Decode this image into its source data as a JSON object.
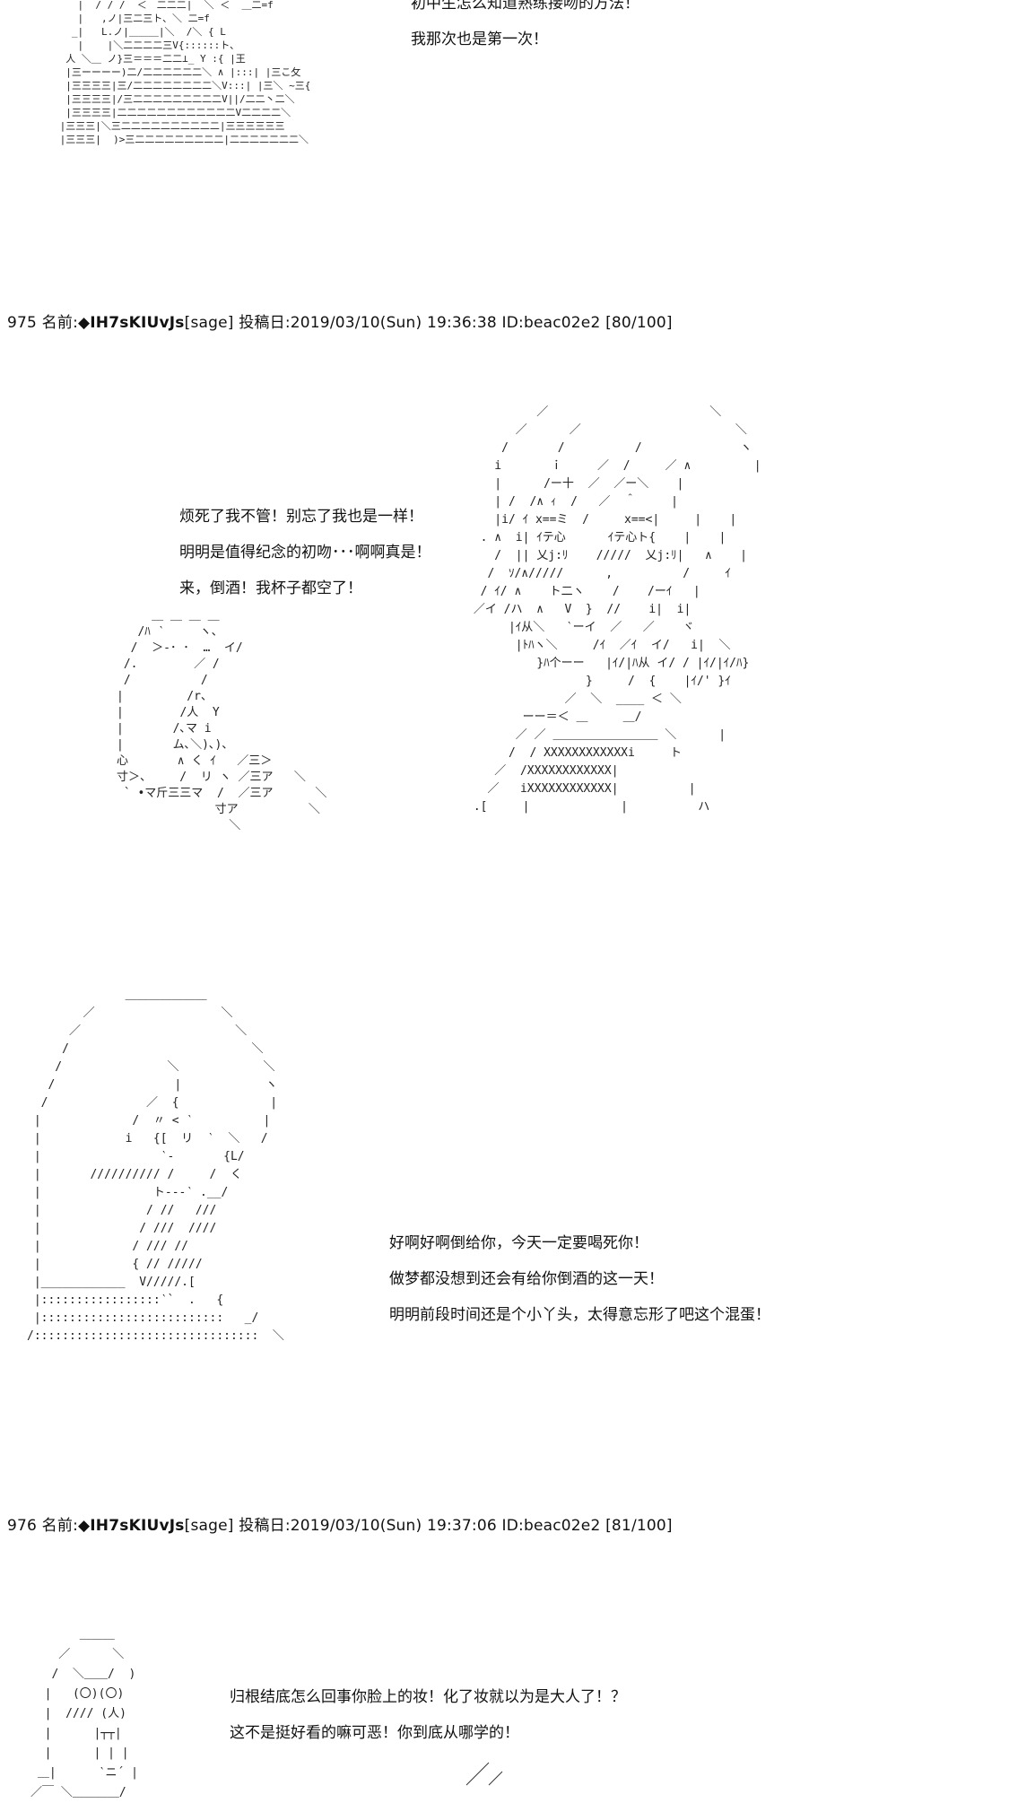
{
  "top_dialogue": {
    "lines": [
      "初中生怎么知道熟练接吻的方法！",
      "我那次也是第一次！"
    ]
  },
  "posts": [
    {
      "number": "975",
      "name_label": "名前:",
      "trip": "◆IH7sKIUvJs",
      "mail": "[sage]",
      "date_label": "投稿日:",
      "date": "2019/03/10(Sun) 19:36:38",
      "id": "ID:beac02e2",
      "count": "[80/100]"
    },
    {
      "number": "976",
      "name_label": "名前:",
      "trip": "◆IH7sKIUvJs",
      "mail": "[sage]",
      "date_label": "投稿日:",
      "date": "2019/03/10(Sun) 19:37:06",
      "id": "ID:beac02e2",
      "count": "[81/100]"
    }
  ],
  "dialogue_975a": {
    "lines": [
      "烦死了我不管！别忘了我也是一样！",
      "明明是值得纪念的初吻･･･啊啊真是！",
      "来，倒酒！我杯子都空了！"
    ]
  },
  "dialogue_975b": {
    "lines": [
      "好啊好啊倒给你，今天一定要喝死你！",
      "做梦都没想到还会有给你倒酒的这一天！",
      "明明前段时间还是个小丫头，太得意忘形了吧这个混蛋！"
    ]
  },
  "dialogue_976": {
    "lines": [
      "归根结底怎么回事你脸上的妆！化了妆就以为是大人了！？",
      "这不是挺好看的嘛可恶！你到底从哪学的！"
    ]
  },
  "ascii_art": {
    "top_figure": "    |  / / /  ＜￣二二二|  ＼ ＜  ＿二=f\n    |   ,ノ|三二三ト、＼ 二=f\n   _|   L.ノ|＿＿＿|＼  /＼ { L\n    |    |＼二二二二三V{::::::ト、\n  人 ＼＿ ノ}三＝＝＝二二⊥_ Y :{ |王\n  |三ーーーー)二/二二二二二二＼ ∧ |:::| |三こ攵\n  |三三三三|三/二二二二二二二二＼V:::| |三＼ ~三{\n  |三三三三|/三二二二二二二二二二V||/二二丶二＼\n  |三三三三|二二二二二二二二二二二二V二二二二＼\n |三三三|＼三二二二二二二二二二二|三三三三三三\n |三三三|  )>三二二二二二二二二二|二二二二二二二＼",
    "mug": "     ＿ ＿ ＿ ＿\n   /ﾊ ‵     ヽ、\n  /  ＞-･ ･  …  イ/\n /.        ／ /\n /          /\n|         /r、\n|        /人  Y\n|       /､マ i\n|       ム､＼)､)、\n心       ∧ く ｲ   ／三＞\n寸＞、    /  リ ヽ ／三ア   ＼\n ` •マ斤三三マ  /  ／三ア      ＼\n              寸ア          ＼\n                ＼",
    "girl": "          ／                       ＼\n       ／      ／                      ＼\n     /       /          /              ヽ\n    i       ｉ     ／  /     ／ ∧         |\n    |      /ー十  ／  ／ー＼    |\n    | /  /∧ ｨ  /   ／  ＾     |\n    |i/ ｲ x==ミ  /     x==<|     |    |\n  . ∧  i| ｲテ心      ｲテ心ト{    |    |\n    /  || 乂j:ﾘ    /////  乂j:ﾘ|   ∧    |\n   /  ｿ/∧/////      ,          /     ｲ\n  / ｲ/ ∧    ト二ヽ    /    /ーｲ   |\n ／イ /ハ  ∧   V  }  //    i|  i|\n      |ｲ从＼   ‵ーイ  ／   ／    ヾ\n       |ﾄﾊヽ＼     /ｲ  ／ｲ  イ/   i|  ＼\n          }ﾊ个ーー   |ｲ/|ﾊ从 イ/ / |ｲ/|ｲ/ﾊ}\n                 }     /  {    |ｲ/' }ｲ\n              ／  ＼  ____ ＜ ＼\n        ーー＝＜ ＿     ＿/ \n       ／ ／ ＿＿＿＿＿＿＿＿＿ ＼      |\n      /  / XXXXXXXXXXXXi     ト\n    ／  /XXXXXXXXXXXX|\n   ／   iXXXXXXXXXXXX|          |\n .[     |             |          ハ",
    "man": "              ＿＿＿＿＿＿＿\n        ／                  ＼\n      ／                      ＼\n     /                          ＼\n    /               ＼            ＼\n   /                 |            ヽ\n  /              ／  {             |\n |             /  〃 < ‵          |\n |            i   {[  リ  ‵  ＼   /\n |                 ‵-       {L/\n |       ////////// /     /  く\n |                ト---‵ .__/\n |               / //   ///\n |              / ///  ////\n |             / /// //\n |             { // /////\n |____________  V/////.[\n |:::::::::::::::::‵`  .   {\n |::::::::::::::::::::::::::   _/\n/::::::::::::::::::::::::::::::::  ＼",
    "small_face": "       ＿＿＿\n    ／      ＼\n   /  ＼＿＿/  )\n  |   (〇)(〇)\n  |  //// (人)\n  |      |┬┬|\n  |      | | |\n ＿|      ‵ニ´ |\n／￣ ＼＿＿＿＿/"
  }
}
